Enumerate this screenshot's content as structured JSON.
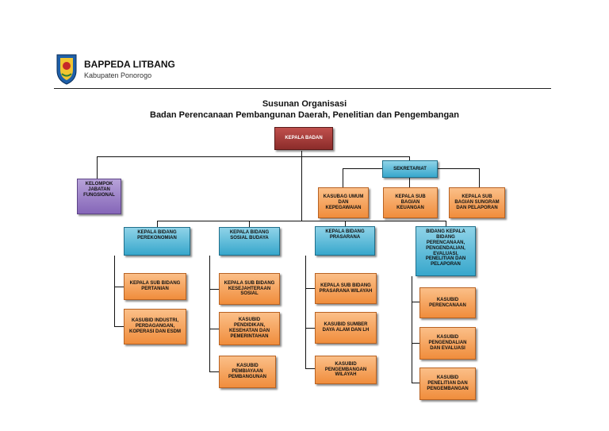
{
  "header": {
    "title": "BAPPEDA LITBANG",
    "subtitle": "Kabupaten Ponorogo"
  },
  "diagram": {
    "title_line1": "Susunan Organisasi",
    "title_line2": "Badan Perencanaan Pembangunan Daerah, Penelitian dan Pengembangan",
    "head": "KEPALA BADAN",
    "sekretariat": "SEKRETARIAT",
    "fungsional": "KELOMPOK JABATAN FUNGSIONAL",
    "subbag": [
      "KASUBAG UMUM DAN KEPEGAWAIAN",
      "KEPALA SUB BAGIAN KEUANGAN",
      "KEPALA SUB BAGIAN SUNGRAM DAN PELAPORAN"
    ],
    "bidang": [
      {
        "label": "KEPALA BIDANG PEREKONOMIAN",
        "subs": [
          "KEPALA SUB BIDANG PERTANIAN",
          "KASUBID INDUSTRI, PERDAGANGAN, KOPERASI DAN ESDM"
        ]
      },
      {
        "label": "KEPALA BIDANG SOSIAL BUDAYA",
        "subs": [
          "KEPALA SUB BIDANG KESEJAHTERAAN SOSIAL",
          "KASUBID PENDIDIKAN, KESEHATAN DAN PEMERINTAHAN",
          "KASUBID PEMBIAYAAN PEMBANGUNAN"
        ]
      },
      {
        "label": "KEPALA BIDANG PRASARANA",
        "subs": [
          "KEPALA SUB BIDANG PRASARANA WILAYAH",
          "KASUBID SUMBER DAYA ALAM DAN LH",
          "KASUBID PENGEMBANGAN WILAYAH"
        ]
      },
      {
        "label": "BIDANG KEPALA BIDANG PERENCANAAN, PENGENDALIAN, EVALUASI, PENELITIAN DAN PELAPORAN",
        "subs": [
          "KASUBID PERENCANAAN",
          "KASUBID PENGENDALIAN DAN EVALUASI",
          "KASUBID PENELITIAN DAN PENGEMBANGAN"
        ]
      }
    ],
    "colors": {
      "head": "#a23a37",
      "bidang": "#4fb8d8",
      "fungsional": "#9a7fc9",
      "unit": "#f5a25b"
    }
  }
}
